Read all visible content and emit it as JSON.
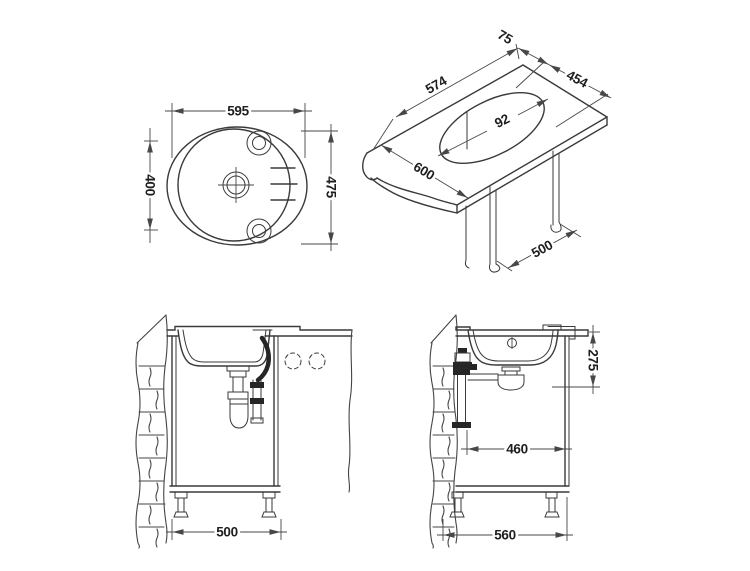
{
  "drawing": {
    "title": "sink-installation-drawing",
    "background": "#ffffff",
    "line_color": "#3a3a3a",
    "views": {
      "plan": {
        "overall_width": "595",
        "bowl_diameter": "400",
        "overall_depth": "475"
      },
      "iso": {
        "edge_offset": "75",
        "cutout_length": "574",
        "cutout_width": "454",
        "cutout_radius": "92",
        "worktop_depth": "600",
        "cabinet_depth": "500"
      },
      "front_section": {
        "cabinet_width": "500"
      },
      "side_section": {
        "trap_height": "275",
        "trap_distance": "460",
        "cabinet_depth": "560"
      }
    }
  }
}
